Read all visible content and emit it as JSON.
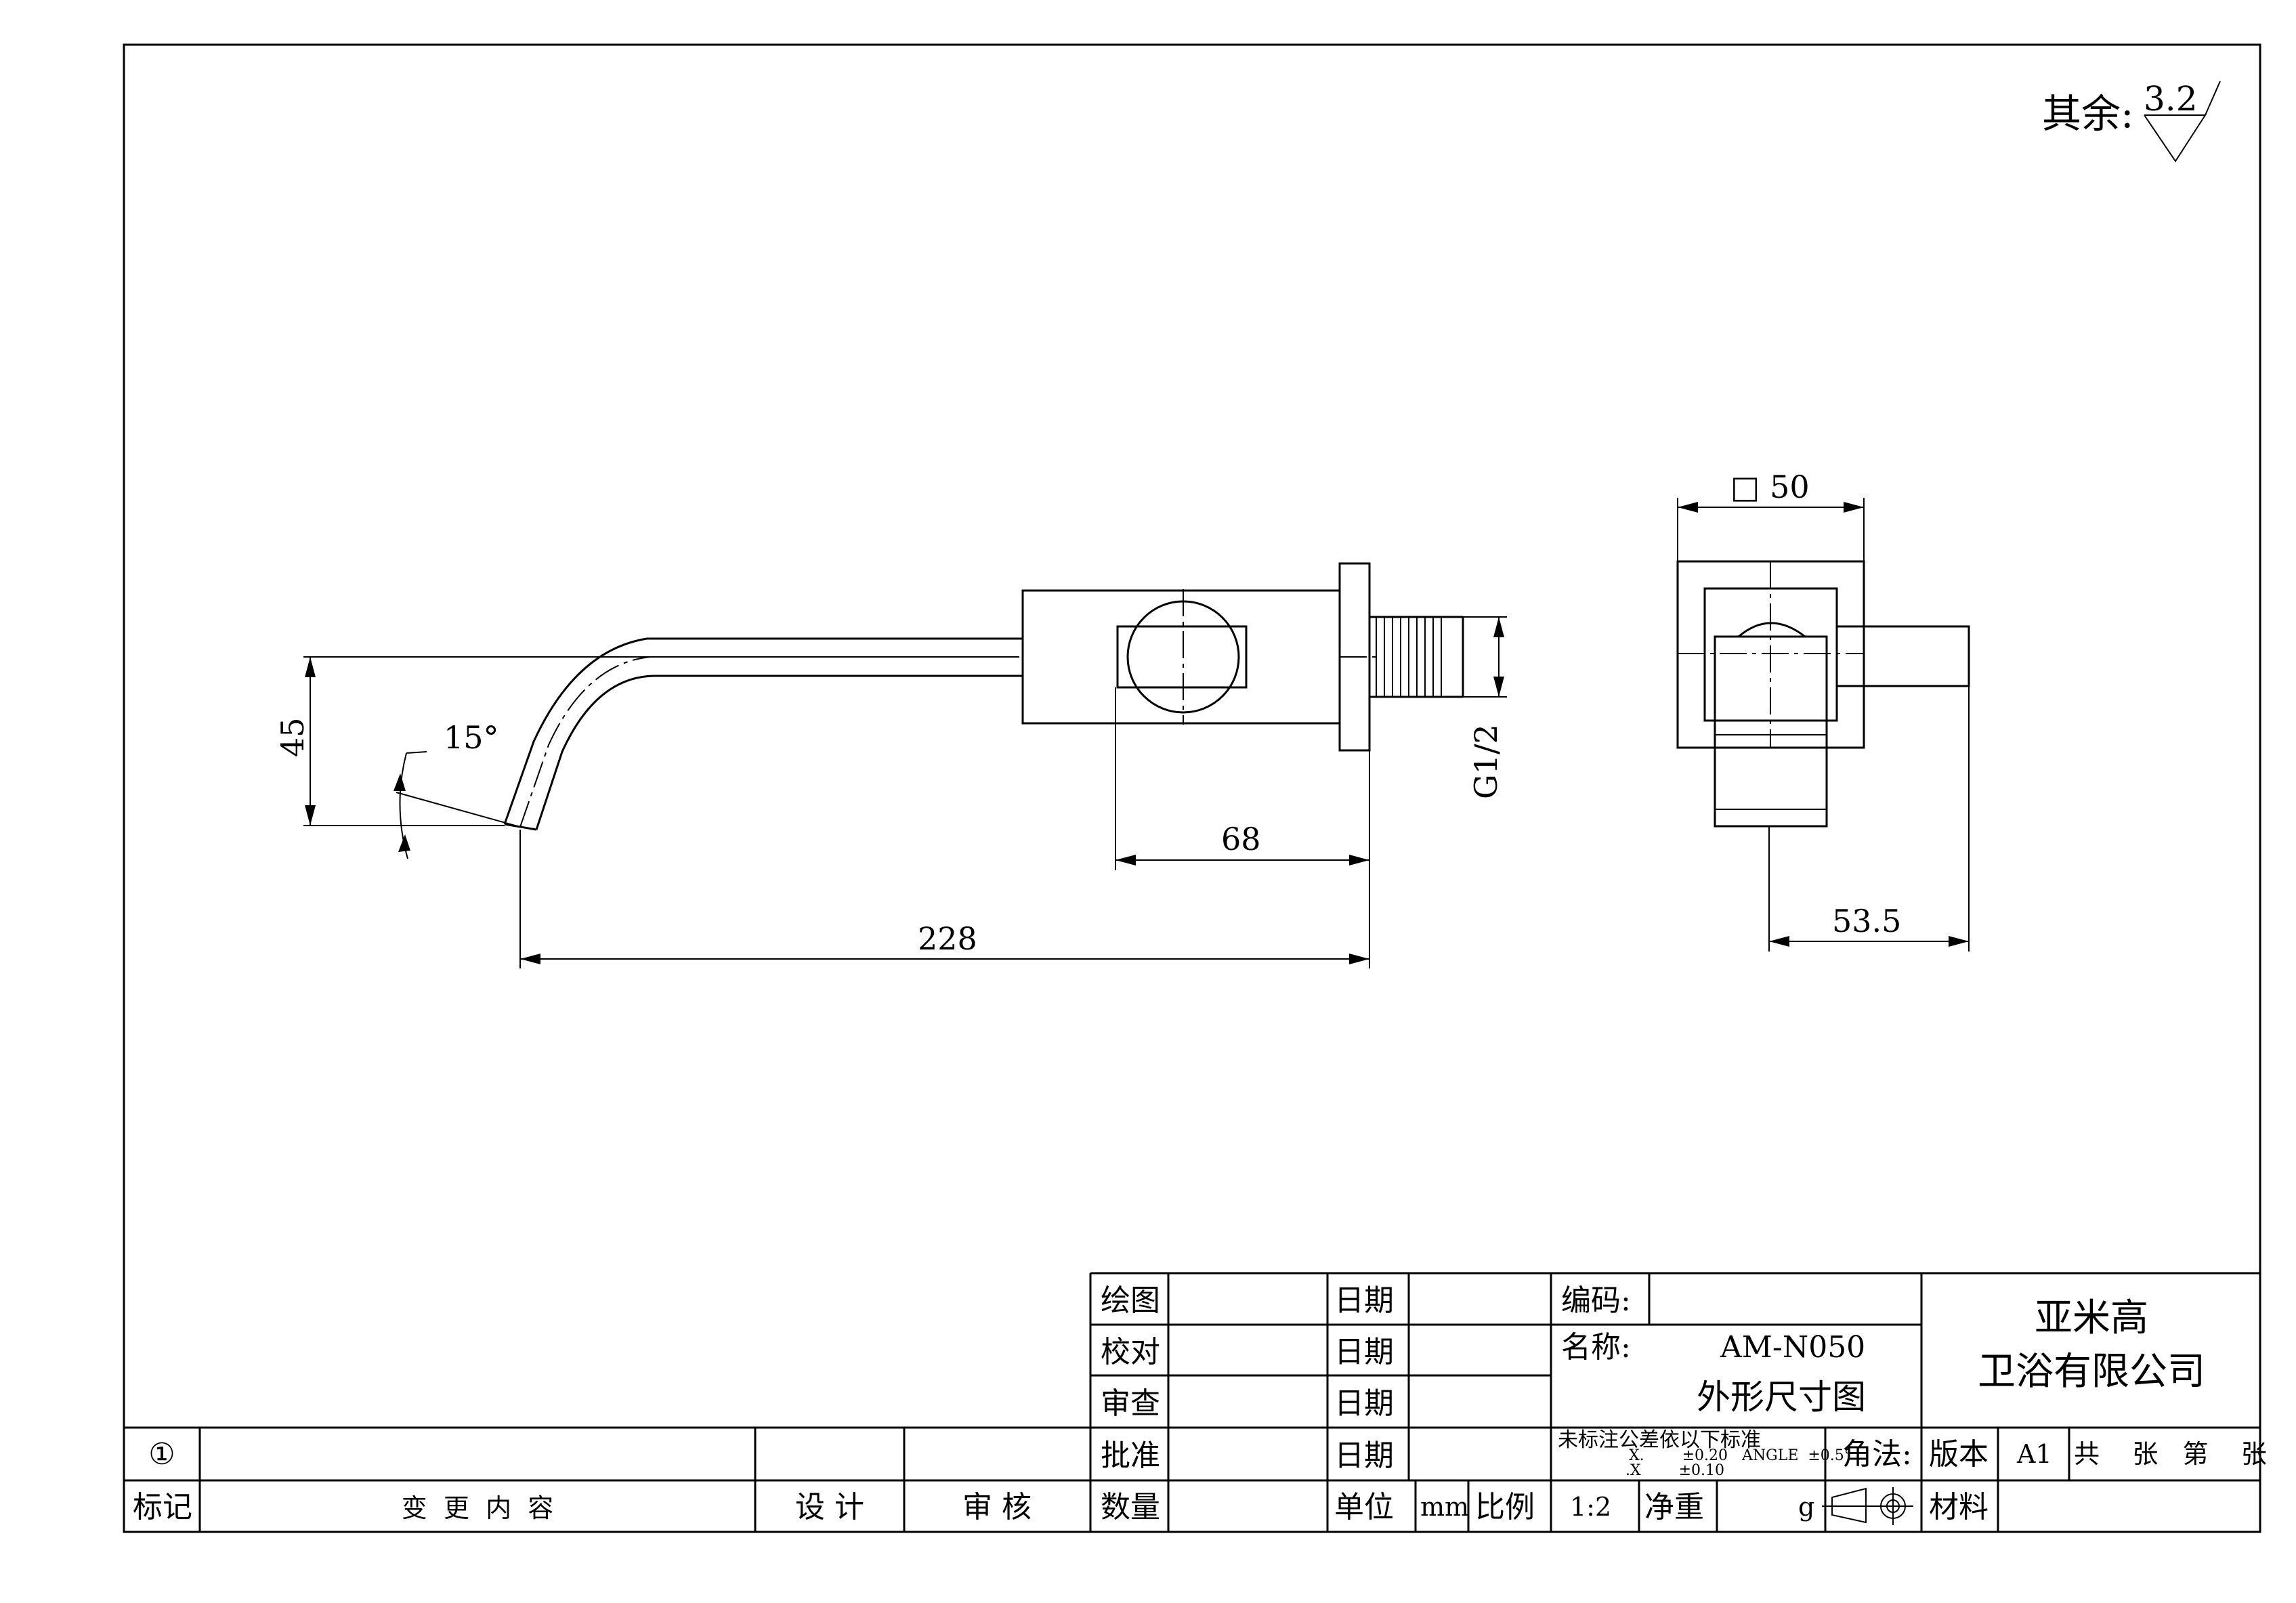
{
  "roughness": {
    "prefix": "其余:",
    "value": "3.2"
  },
  "dimensions": {
    "height_45": "45",
    "angle_15": "15°",
    "length_68": "68",
    "length_228": "228",
    "thread": "G1/2",
    "square_50": "□ 50",
    "depth_53_5": "53.5"
  },
  "title_block": {
    "row_labels": [
      "绘图",
      "校对",
      "审查",
      "批准",
      "数量"
    ],
    "date_label": "日期",
    "unit_label": "单位",
    "unit_value": "mm",
    "ratio_label": "比例",
    "ratio_value": "1:2",
    "net_weight_label": "净重",
    "weight_unit": "g",
    "code_label": "编码:",
    "name_label": "名称:",
    "model": "AM-N050",
    "drawing_title": "外形尺寸图",
    "company_line1": "亚米高",
    "company_line2": "卫浴有限公司",
    "tolerance_title": "未标注公差依以下标准",
    "tolerance_line1": "X.        ±0.20   ANGLE  ±0.5°",
    "tolerance_line2": ".X        ±0.10",
    "projection_label": "角法:",
    "version_label": "版本",
    "version_value": "A1",
    "sheets_text": "共    张   第    张",
    "material_label": "材料",
    "revision_mark": "①",
    "rev_headers": {
      "mark": "标记",
      "content": "变  更  内  容",
      "design": "设 计",
      "review": "审 核"
    }
  }
}
